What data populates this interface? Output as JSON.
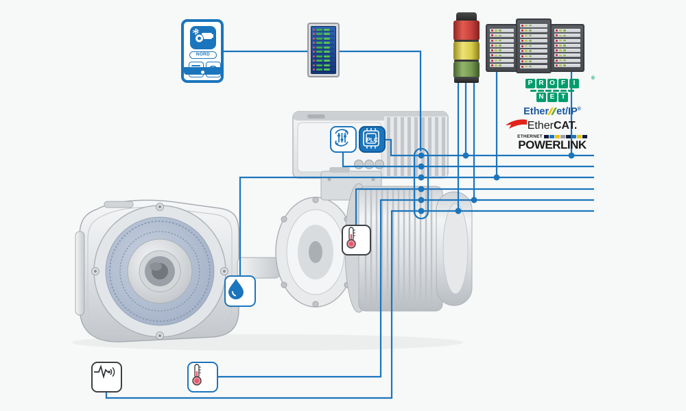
{
  "title": "NORD drive system condition-monitoring and fieldbus connectivity diagram",
  "colors": {
    "nord_blue": "#1b75bc",
    "wire_blue": "#1b75bc",
    "profinet_green": "#009c6b",
    "ethernet_ip_blue": "#17579d",
    "ethercat_red": "#e2231a",
    "powerlink_black": "#1a1a1a",
    "tower_red": "#c63f3a",
    "tower_yellow": "#d8cc49",
    "tower_green": "#74984f",
    "thermometer_red": "#e4596b",
    "rack_gray": "#53575c",
    "powerlink_strip": [
      "#101c3c",
      "#1b75bc",
      "#ecc500",
      "#9aa0a6",
      "#101c3c",
      "#1b75bc",
      "#ecc500",
      "#101c3c"
    ]
  },
  "tablet": {
    "app_label": "NORD",
    "icons": [
      "bluetooth-icon",
      "gearmotor-icon",
      "parameter-list-tile",
      "gauge-tile"
    ]
  },
  "io_panel": {
    "rows": 10
  },
  "signal_tower": {
    "segments": [
      "red",
      "yellow",
      "green"
    ]
  },
  "server_racks": {
    "racks": [
      {
        "rows": 8
      },
      {
        "rows": 9
      },
      {
        "rows": 8
      }
    ]
  },
  "protocols": {
    "profinet": {
      "letters_row1": [
        "P",
        "R",
        "O",
        "F",
        "I"
      ],
      "letters_row2": [
        "N",
        "E",
        "T"
      ],
      "registered": "®"
    },
    "ethernet_ip": {
      "part1": "Ether",
      "part3": "et/IP",
      "registered": "®"
    },
    "ethercat": {
      "part1": "Ether",
      "part2": "CAT."
    },
    "powerlink": {
      "line1": "ETHERNET",
      "line2": "POWERLINK"
    }
  },
  "drive": {
    "plc_label": "PLC"
  },
  "sensor_icons": [
    {
      "name": "drive-parameters-icon"
    },
    {
      "name": "integrated-plc-icon"
    },
    {
      "name": "oil-drop-icon"
    },
    {
      "name": "motor-thermometer-icon"
    },
    {
      "name": "gearbox-thermometer-icon"
    },
    {
      "name": "vibration-sensor-icon"
    }
  ]
}
